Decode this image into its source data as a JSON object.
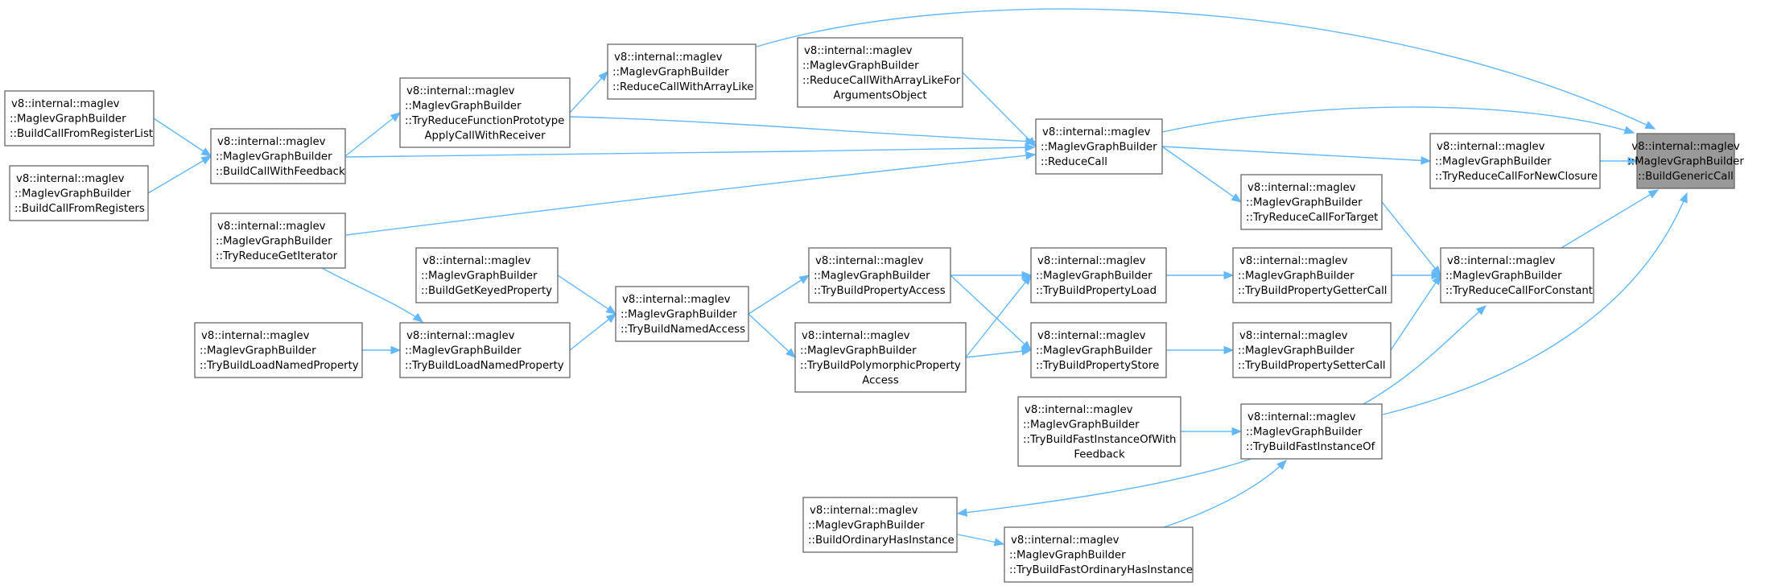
{
  "colors": {
    "edge": "#63b8ff",
    "root_fill": "#999999",
    "node_border": "#666666"
  },
  "nodes": {
    "build_generic_call": [
      "v8::internal::maglev",
      "::MaglevGraphBuilder",
      "::BuildGenericCall"
    ],
    "reduce_call_with_array_like": [
      "v8::internal::maglev",
      "::MaglevGraphBuilder",
      "::ReduceCallWithArrayLike"
    ],
    "reduce_call_with_array_like_for_arguments_object": [
      "v8::internal::maglev",
      "::MaglevGraphBuilder",
      "::ReduceCallWithArrayLikeFor",
      "ArgumentsObject"
    ],
    "build_call_from_register_list": [
      "v8::internal::maglev",
      "::MaglevGraphBuilder",
      "::BuildCallFromRegisterList"
    ],
    "try_reduce_function_prototype_apply_call_with_receiver": [
      "v8::internal::maglev",
      "::MaglevGraphBuilder",
      "::TryReduceFunctionPrototype",
      "ApplyCallWithReceiver"
    ],
    "reduce_call": [
      "v8::internal::maglev",
      "::MaglevGraphBuilder",
      "::ReduceCall"
    ],
    "try_reduce_call_for_new_closure": [
      "v8::internal::maglev",
      "::MaglevGraphBuilder",
      "::TryReduceCallForNewClosure"
    ],
    "build_call_with_feedback": [
      "v8::internal::maglev",
      "::MaglevGraphBuilder",
      "::BuildCallWithFeedback"
    ],
    "build_call_from_registers": [
      "v8::internal::maglev",
      "::MaglevGraphBuilder",
      "::BuildCallFromRegisters"
    ],
    "try_reduce_call_for_target": [
      "v8::internal::maglev",
      "::MaglevGraphBuilder",
      "::TryReduceCallForTarget"
    ],
    "try_reduce_get_iterator": [
      "v8::internal::maglev",
      "::MaglevGraphBuilder",
      "::TryReduceGetIterator"
    ],
    "build_get_keyed_property": [
      "v8::internal::maglev",
      "::MaglevGraphBuilder",
      "::BuildGetKeyedProperty"
    ],
    "try_build_property_access": [
      "v8::internal::maglev",
      "::MaglevGraphBuilder",
      "::TryBuildPropertyAccess"
    ],
    "try_build_property_load": [
      "v8::internal::maglev",
      "::MaglevGraphBuilder",
      "::TryBuildPropertyLoad"
    ],
    "try_build_property_getter_call": [
      "v8::internal::maglev",
      "::MaglevGraphBuilder",
      "::TryBuildPropertyGetterCall"
    ],
    "try_reduce_call_for_constant": [
      "v8::internal::maglev",
      "::MaglevGraphBuilder",
      "::TryReduceCallForConstant"
    ],
    "try_build_named_access": [
      "v8::internal::maglev",
      "::MaglevGraphBuilder",
      "::TryBuildNamedAccess"
    ],
    "try_build_load_named_property_outer": [
      "v8::internal::maglev",
      "::MaglevGraphBuilder",
      "::TryBuildLoadNamedProperty"
    ],
    "try_build_load_named_property": [
      "v8::internal::maglev",
      "::MaglevGraphBuilder",
      "::TryBuildLoadNamedProperty"
    ],
    "try_build_polymorphic_property_access": [
      "v8::internal::maglev",
      "::MaglevGraphBuilder",
      "::TryBuildPolymorphicProperty",
      "Access"
    ],
    "try_build_property_store": [
      "v8::internal::maglev",
      "::MaglevGraphBuilder",
      "::TryBuildPropertyStore"
    ],
    "try_build_property_setter_call": [
      "v8::internal::maglev",
      "::MaglevGraphBuilder",
      "::TryBuildPropertySetterCall"
    ],
    "try_build_fast_instance_of_with_feedback": [
      "v8::internal::maglev",
      "::MaglevGraphBuilder",
      "::TryBuildFastInstanceOfWith",
      "Feedback"
    ],
    "try_build_fast_instance_of": [
      "v8::internal::maglev",
      "::MaglevGraphBuilder",
      "::TryBuildFastInstanceOf"
    ],
    "build_ordinary_has_instance": [
      "v8::internal::maglev",
      "::MaglevGraphBuilder",
      "::BuildOrdinaryHasInstance"
    ],
    "try_build_fast_ordinary_has_instance": [
      "v8::internal::maglev",
      "::MaglevGraphBuilder",
      "::TryBuildFastOrdinaryHasInstance"
    ]
  },
  "edges": [
    [
      "reduce_call_with_array_like",
      "build_generic_call"
    ],
    [
      "reduce_call",
      "build_generic_call"
    ],
    [
      "try_reduce_call_for_new_closure",
      "build_generic_call"
    ],
    [
      "try_reduce_call_for_constant",
      "build_generic_call"
    ],
    [
      "try_build_fast_instance_of",
      "build_generic_call"
    ],
    [
      "reduce_call",
      "try_reduce_call_for_new_closure"
    ],
    [
      "reduce_call",
      "try_reduce_call_for_target"
    ],
    [
      "reduce_call_with_array_like_for_arguments_object",
      "reduce_call"
    ],
    [
      "try_reduce_function_prototype_apply_call_with_receiver",
      "reduce_call"
    ],
    [
      "build_call_with_feedback",
      "reduce_call"
    ],
    [
      "try_reduce_get_iterator",
      "reduce_call"
    ],
    [
      "try_reduce_function_prototype_apply_call_with_receiver",
      "reduce_call_with_array_like"
    ],
    [
      "build_call_with_feedback",
      "try_reduce_function_prototype_apply_call_with_receiver"
    ],
    [
      "build_call_from_register_list",
      "build_call_with_feedback"
    ],
    [
      "build_call_from_registers",
      "build_call_with_feedback"
    ],
    [
      "try_reduce_call_for_target",
      "try_reduce_call_for_constant"
    ],
    [
      "try_build_property_getter_call",
      "try_reduce_call_for_constant"
    ],
    [
      "try_build_property_setter_call",
      "try_reduce_call_for_constant"
    ],
    [
      "try_build_fast_instance_of",
      "try_reduce_call_for_constant"
    ],
    [
      "try_build_property_load",
      "try_build_property_getter_call"
    ],
    [
      "try_build_property_store",
      "try_build_property_setter_call"
    ],
    [
      "try_build_property_access",
      "try_build_property_load"
    ],
    [
      "try_build_polymorphic_property_access",
      "try_build_property_load"
    ],
    [
      "try_build_property_access",
      "try_build_property_store"
    ],
    [
      "try_build_polymorphic_property_access",
      "try_build_property_store"
    ],
    [
      "try_build_named_access",
      "try_build_property_access"
    ],
    [
      "try_build_named_access",
      "try_build_polymorphic_property_access"
    ],
    [
      "build_get_keyed_property",
      "try_build_named_access"
    ],
    [
      "try_build_load_named_property",
      "try_build_named_access"
    ],
    [
      "try_reduce_get_iterator",
      "try_build_load_named_property"
    ],
    [
      "try_build_load_named_property_outer",
      "try_build_load_named_property"
    ],
    [
      "try_build_fast_instance_of_with_feedback",
      "try_build_fast_instance_of"
    ],
    [
      "try_build_fast_instance_of",
      "build_ordinary_has_instance"
    ],
    [
      "build_ordinary_has_instance",
      "try_build_fast_ordinary_has_instance"
    ],
    [
      "try_build_fast_ordinary_has_instance",
      "try_build_fast_instance_of"
    ]
  ]
}
